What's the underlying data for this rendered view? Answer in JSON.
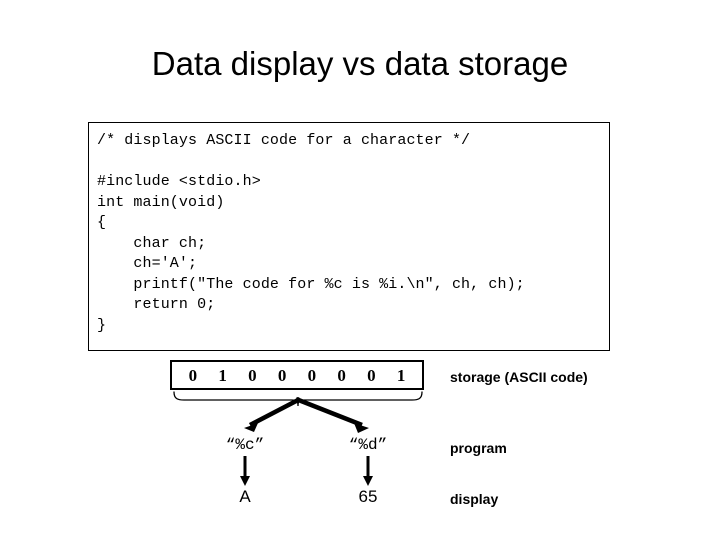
{
  "slide": {
    "title": "Data display vs data storage",
    "background_color": "#ffffff",
    "text_color": "#000000"
  },
  "code_block": {
    "language": "c",
    "text": "/* displays ASCII code for a character */\n\n#include <stdio.h>\nint main(void)\n{\n    char ch;\n    ch='A';\n    printf(\"The code for %c is %i.\\n\", ch, ch);\n    return 0;\n}"
  },
  "storage": {
    "bits": [
      "0",
      "1",
      "0",
      "0",
      "0",
      "0",
      "0",
      "1"
    ],
    "label": "storage (ASCII code)"
  },
  "formats": {
    "char_format": "“%c”",
    "int_format": "“%d”",
    "label": "program"
  },
  "output": {
    "char_value": "A",
    "code_value": "65",
    "label": "display"
  }
}
